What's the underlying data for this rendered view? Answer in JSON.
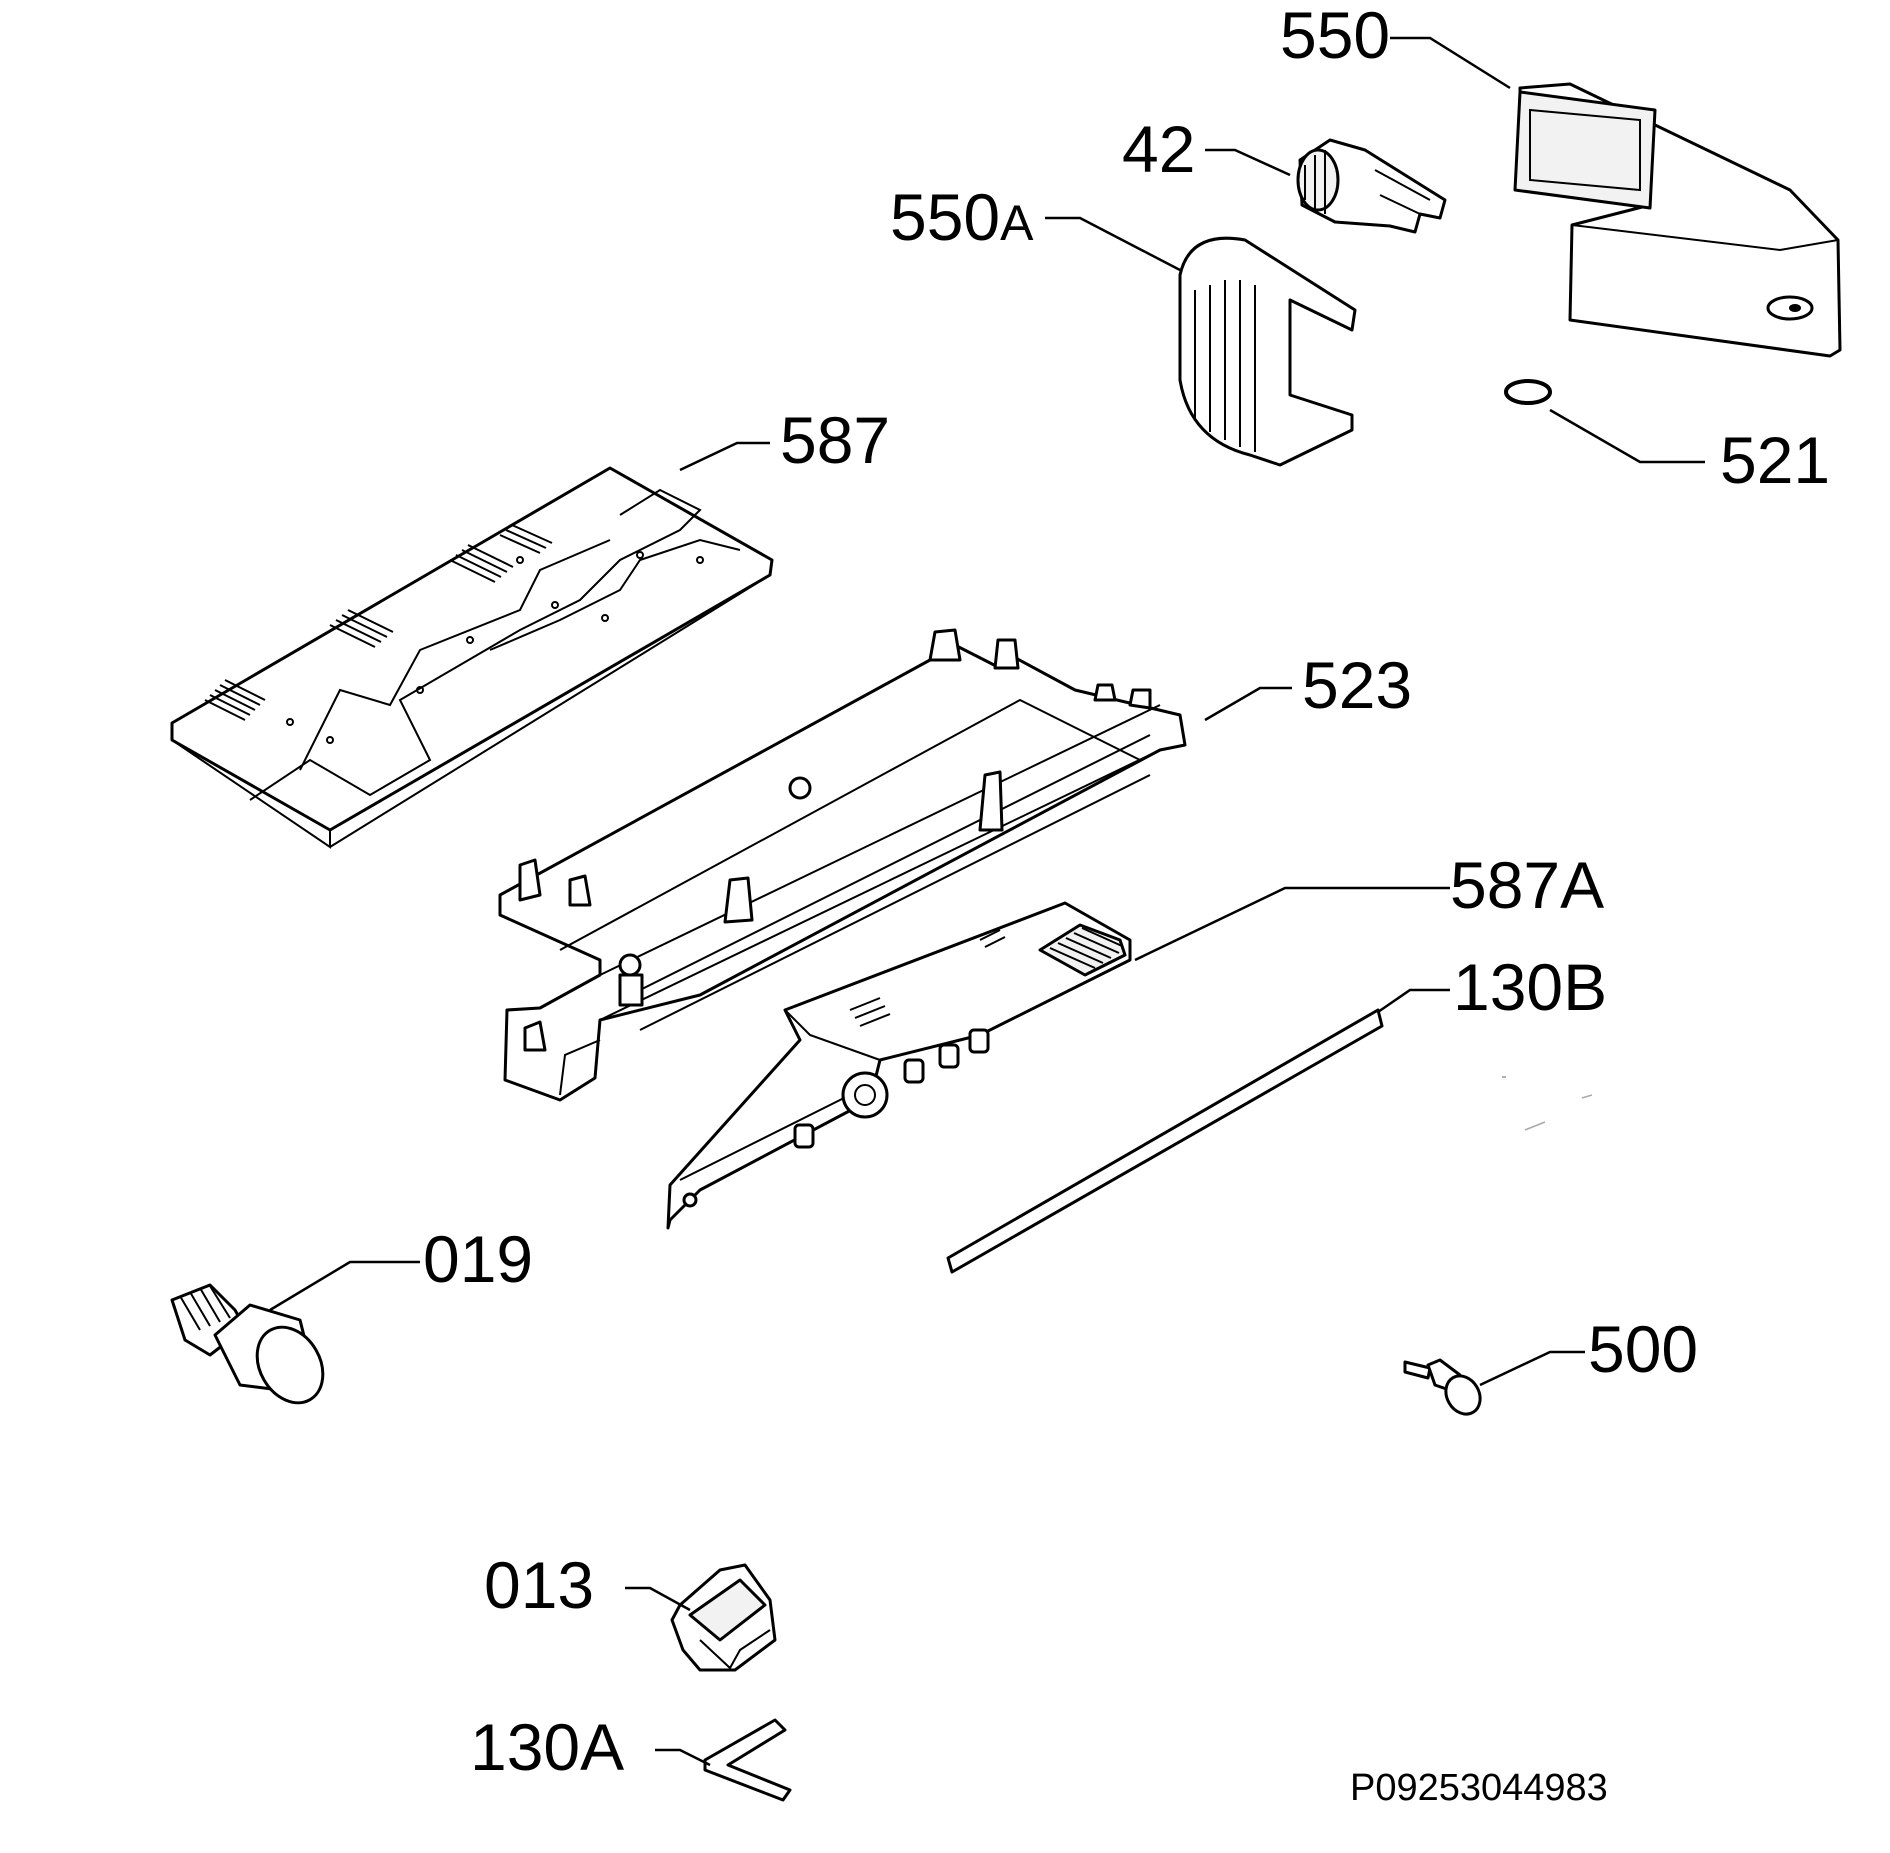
{
  "diagram": {
    "parts": [
      {
        "id": "550",
        "label": "550"
      },
      {
        "id": "42",
        "label": "42"
      },
      {
        "id": "550A",
        "label_main": "550",
        "label_suffix": "A"
      },
      {
        "id": "587",
        "label": "587"
      },
      {
        "id": "521",
        "label": "521"
      },
      {
        "id": "523",
        "label": "523"
      },
      {
        "id": "587A",
        "label": "587A"
      },
      {
        "id": "130B",
        "label": "130B"
      },
      {
        "id": "019",
        "label": "019"
      },
      {
        "id": "500",
        "label": "500"
      },
      {
        "id": "013",
        "label": "013"
      },
      {
        "id": "130A",
        "label": "130A"
      }
    ],
    "drawing_code": "P09253044983"
  }
}
